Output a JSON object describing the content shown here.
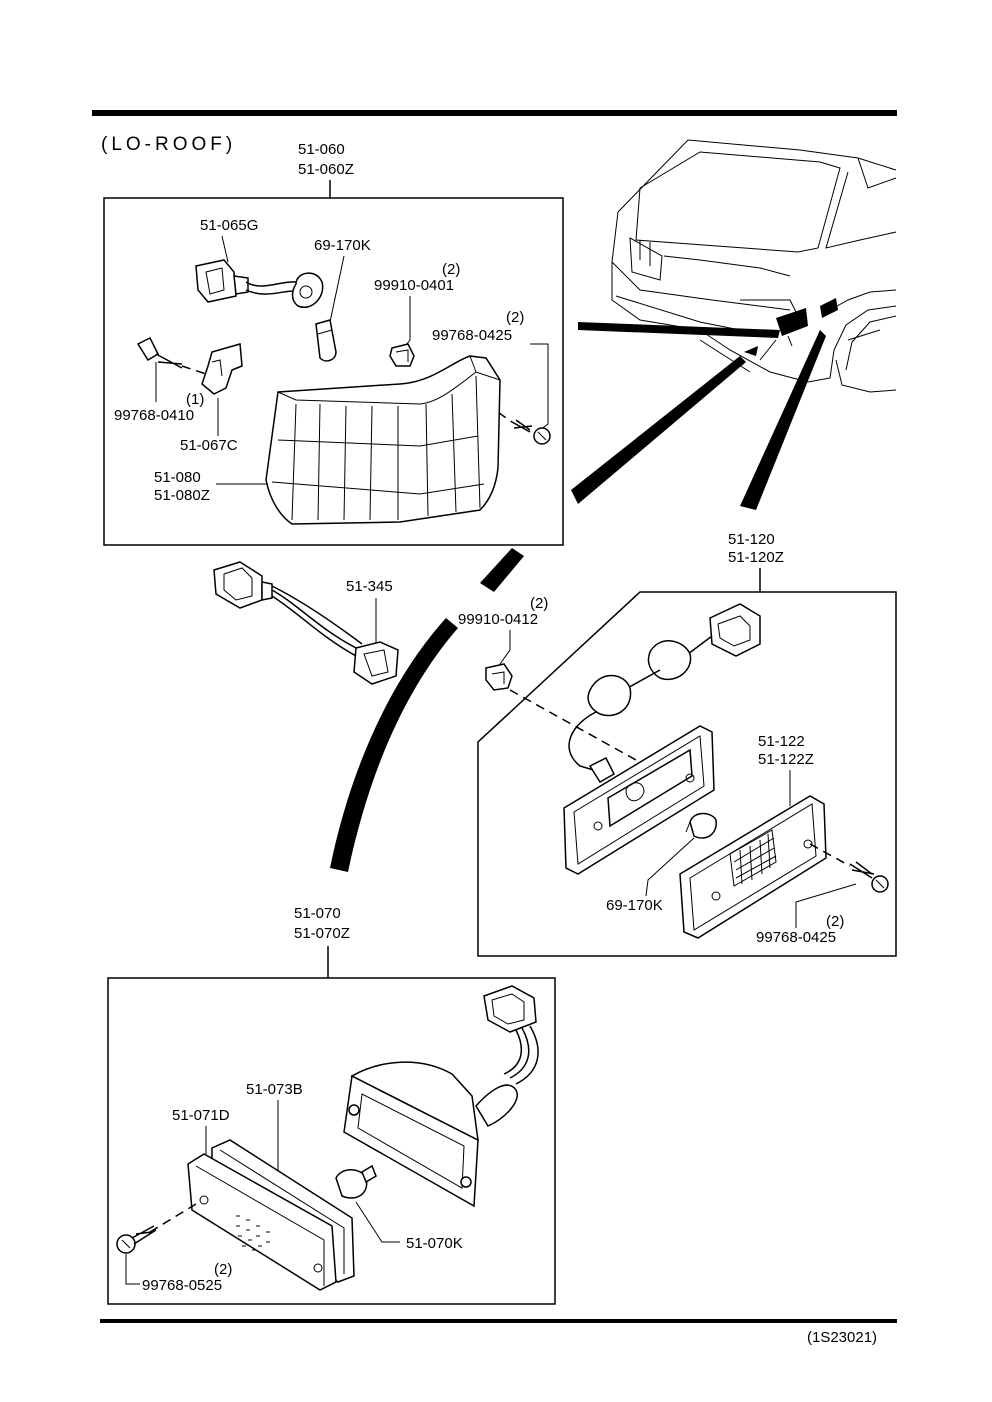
{
  "title": "(LO-ROOF)",
  "diagram_code": "(1S23021)",
  "front_combination_lamp": {
    "assembly": [
      "51-060",
      "51-060Z"
    ],
    "socket_wiring": "51-065G",
    "bulb": "69-170K",
    "clip": {
      "part": "99910-0401",
      "qty": "(2)"
    },
    "screw_right": {
      "part": "99768-0425",
      "qty": "(2)"
    },
    "screw_left": {
      "part": "99768-0410",
      "qty": "(1)"
    },
    "bracket": "51-067C",
    "lens": [
      "51-080",
      "51-080Z"
    ]
  },
  "harness": "51-345",
  "side_marker_lamp": {
    "assembly": [
      "51-120",
      "51-120Z"
    ],
    "clip": {
      "part": "99910-0412",
      "qty": "(2)"
    },
    "lens": [
      "51-122",
      "51-122Z"
    ],
    "bulb": "69-170K",
    "screw": {
      "part": "99768-0425",
      "qty": "(2)"
    }
  },
  "rear_lamp": {
    "assembly": [
      "51-070",
      "51-070Z"
    ],
    "gasket": "51-073B",
    "lens": "51-071D",
    "bulb": "51-070K",
    "screw": {
      "part": "99768-0525",
      "qty": "(2)"
    }
  },
  "icons": [
    "vehicle-front-illustration",
    "lamp-illustration",
    "screw-icon",
    "clip-icon",
    "bulb-icon",
    "connector-icon"
  ]
}
